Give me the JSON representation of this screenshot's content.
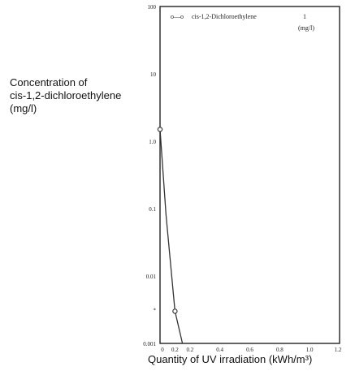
{
  "chart_data": {
    "type": "line",
    "y_scale": "log",
    "ylim": [
      0.001,
      100
    ],
    "xlim": [
      0,
      1.2
    ],
    "ylabel_lines": [
      "Concentration of",
      "cis-1,2-dichloroethylene",
      "(mg/l)"
    ],
    "xlabel": "Quantity of UV irradiation (kWh/m³)",
    "x_ticks": [
      "0",
      "0.2",
      "0.2",
      "0.4",
      "0.6",
      "0.8",
      "1.0",
      "1.2"
    ],
    "y_ticks": [
      "100",
      "10",
      "1.0",
      "0.1",
      "0.01",
      "*",
      "0.001"
    ],
    "legend": {
      "symbol": "o—o",
      "label": "cis-1,2-Dichloroethylene",
      "value": "1",
      "unit": "(mg/l)",
      "placement": "top"
    },
    "grid": false,
    "series": [
      {
        "marker": "circle",
        "color": "#333333",
        "x": [
          0,
          0.04,
          0.1,
          0.15
        ],
        "y": [
          1.5,
          0.08,
          0.003,
          0.001
        ],
        "marker_x": [
          0,
          0.1
        ],
        "marker_y": [
          1.5,
          0.003
        ]
      }
    ]
  }
}
